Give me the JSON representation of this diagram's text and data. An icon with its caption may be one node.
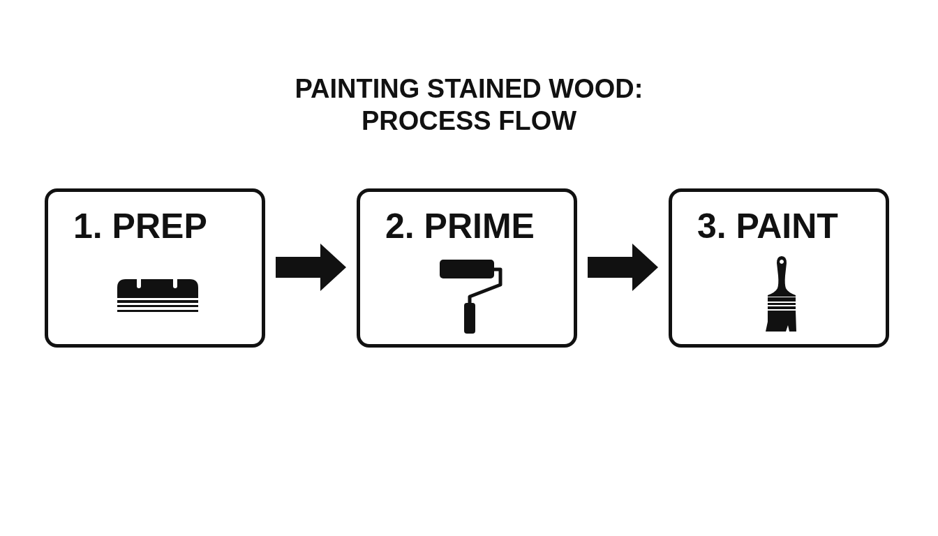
{
  "diagram": {
    "title": "PAINTING STAINED WOOD: PROCESS FLOW",
    "nodes": [
      {
        "text": [
          "1. PREP"
        ]
      },
      {
        "text": [
          "2. PRIME"
        ]
      },
      {
        "text": [
          "3. PAINT"
        ]
      }
    ],
    "edges": [
      {
        "from": 0,
        "to": 1,
        "arrow": "to"
      },
      {
        "from": 1,
        "to": 2,
        "arrow": "to"
      }
    ]
  }
}
